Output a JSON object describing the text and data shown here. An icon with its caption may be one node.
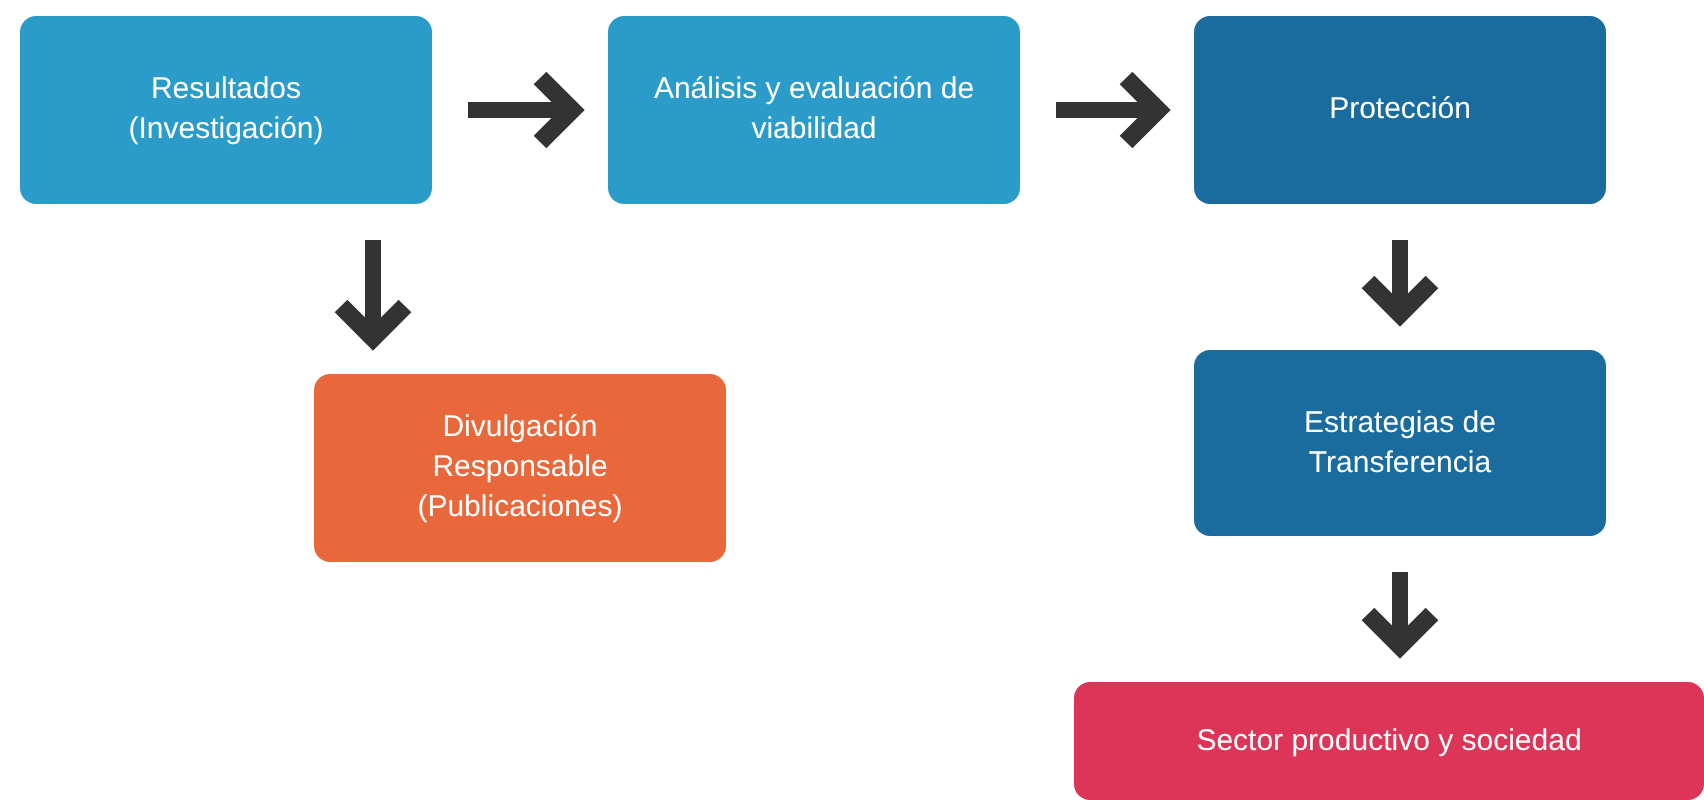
{
  "diagram": {
    "nodes": [
      {
        "text": [
          "Resultados (Investigación)"
        ]
      },
      {
        "text": [
          "Análisis y evaluación de viabilidad"
        ]
      },
      {
        "text": [
          "Protección"
        ]
      },
      {
        "text": [
          "Divulgación Responsable (Publicaciones)"
        ]
      },
      {
        "text": [
          "Estrategias de Transferencia"
        ]
      },
      {
        "text": [
          "Sector productivo y sociedad"
        ]
      }
    ],
    "edges": [
      {
        "from": 0,
        "to": 1,
        "arrow": "to"
      },
      {
        "from": 1,
        "to": 2,
        "arrow": "to"
      },
      {
        "from": 0,
        "to": 3,
        "arrow": "to"
      },
      {
        "from": 2,
        "to": 4,
        "arrow": "to"
      },
      {
        "from": 4,
        "to": 5,
        "arrow": "to"
      }
    ]
  }
}
